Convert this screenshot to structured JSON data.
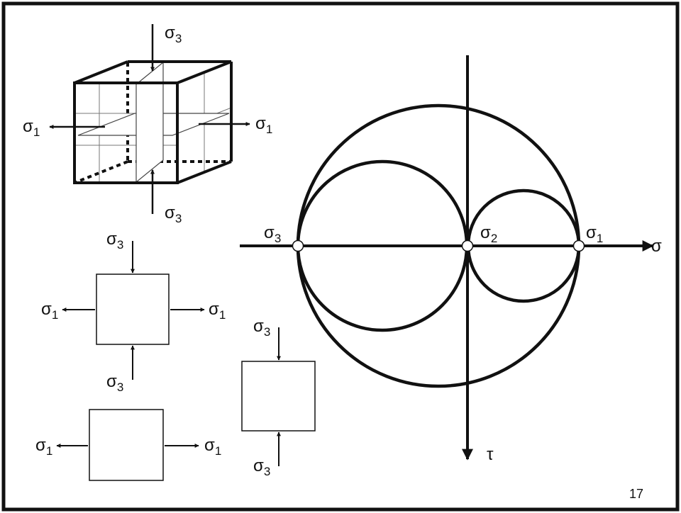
{
  "symbols": {
    "sigma": "σ",
    "tau": "τ",
    "sub_one": "1",
    "sub_two": "2",
    "sub_three": "3"
  },
  "page_number": "17",
  "colors": {
    "ink": "#111111",
    "plane_fill": "#ffffff",
    "background": "#ffffff"
  }
}
